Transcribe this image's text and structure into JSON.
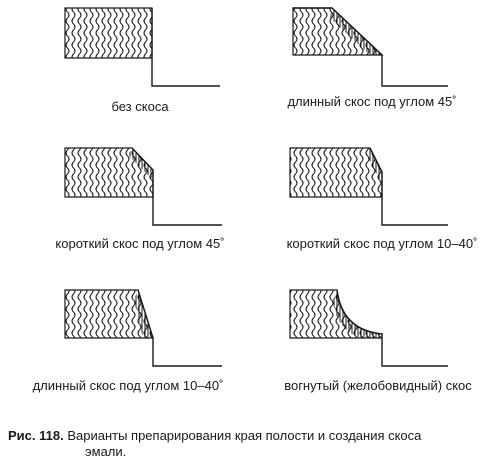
{
  "panels": [
    {
      "label": "без скоса",
      "bevel": "none"
    },
    {
      "label": "длинный скос под углом 45˚",
      "bevel": "long-45"
    },
    {
      "label": "короткий скос под углом 45˚",
      "bevel": "short-45"
    },
    {
      "label": "короткий скос под углом 10–40˚",
      "bevel": "short-10-40"
    },
    {
      "label": "длинный скос под углом 10–40˚",
      "bevel": "long-10-40"
    },
    {
      "label": "вогнутый (желобовидный) скос",
      "bevel": "concave"
    }
  ],
  "caption": {
    "number": "Рис. 118.",
    "text_line1": "Варианты препарирования края полости и создания скоса",
    "text_line2": "эмали."
  }
}
